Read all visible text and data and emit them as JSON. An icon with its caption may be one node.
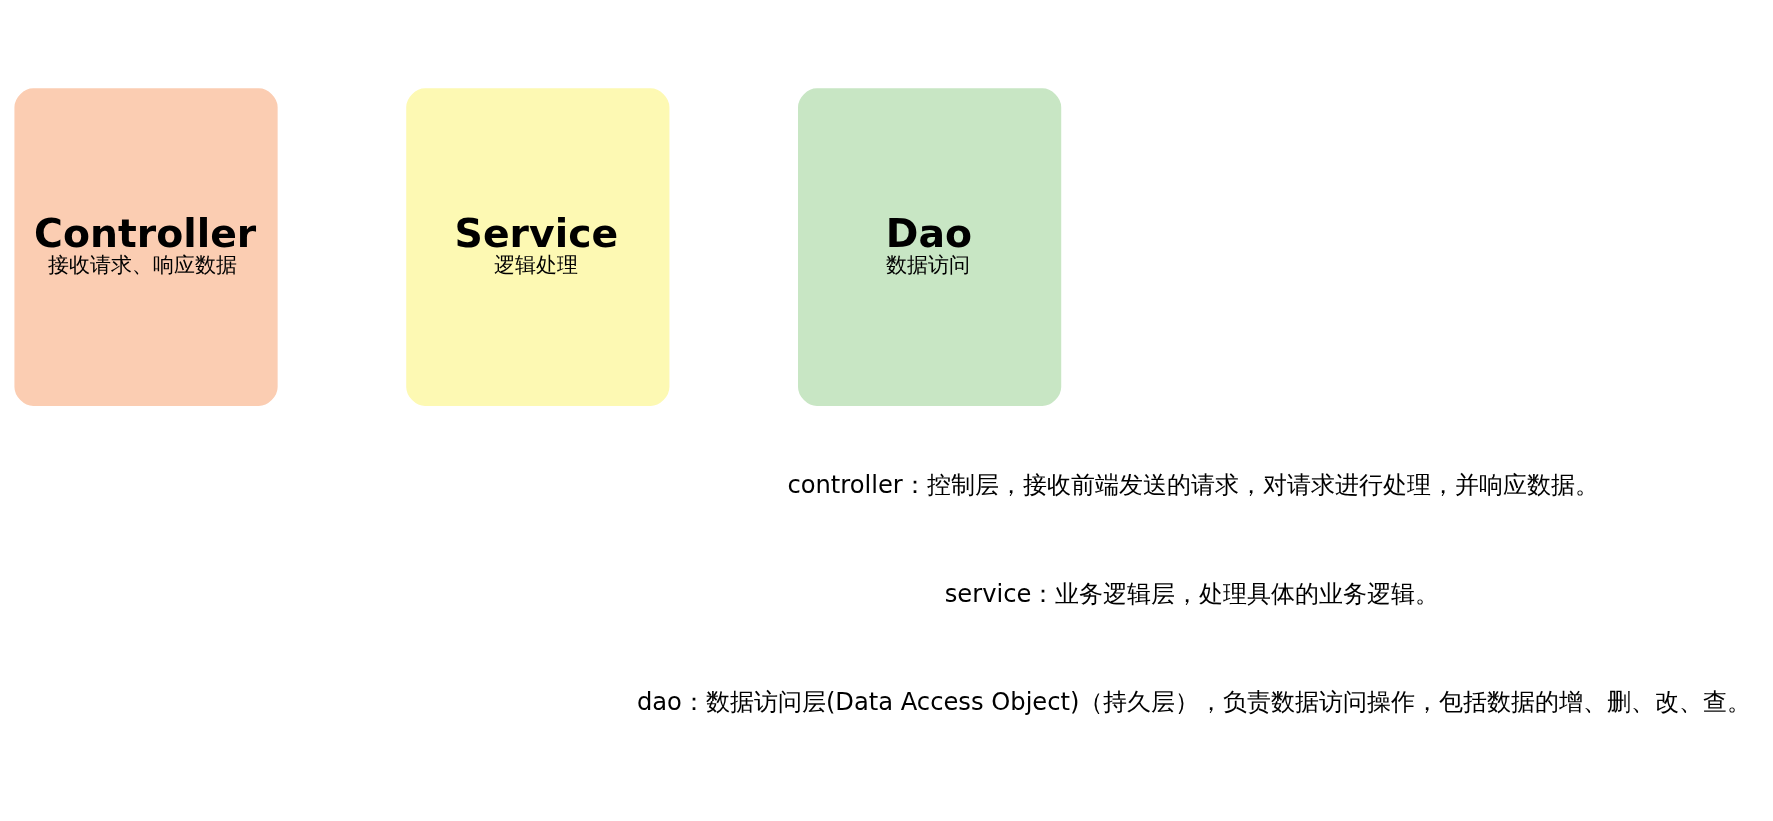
{
  "diagram": {
    "nodes": [
      {
        "text": [
          "Controller",
          "接收请求、响应数据"
        ]
      },
      {
        "text": [
          "Service",
          "逻辑处理"
        ]
      },
      {
        "text": [
          "Dao",
          "数据访问"
        ]
      }
    ],
    "labels": [
      "controller：控制层，接收前端发送的请求，对请求进行处理，并响应数据。",
      "service：业务逻辑层，处理具体的业务逻辑。",
      "dao：数据访问层(Data Access Object)（持久层），负责数据访问操作，包括数据的增、删、改、查。"
    ]
  }
}
